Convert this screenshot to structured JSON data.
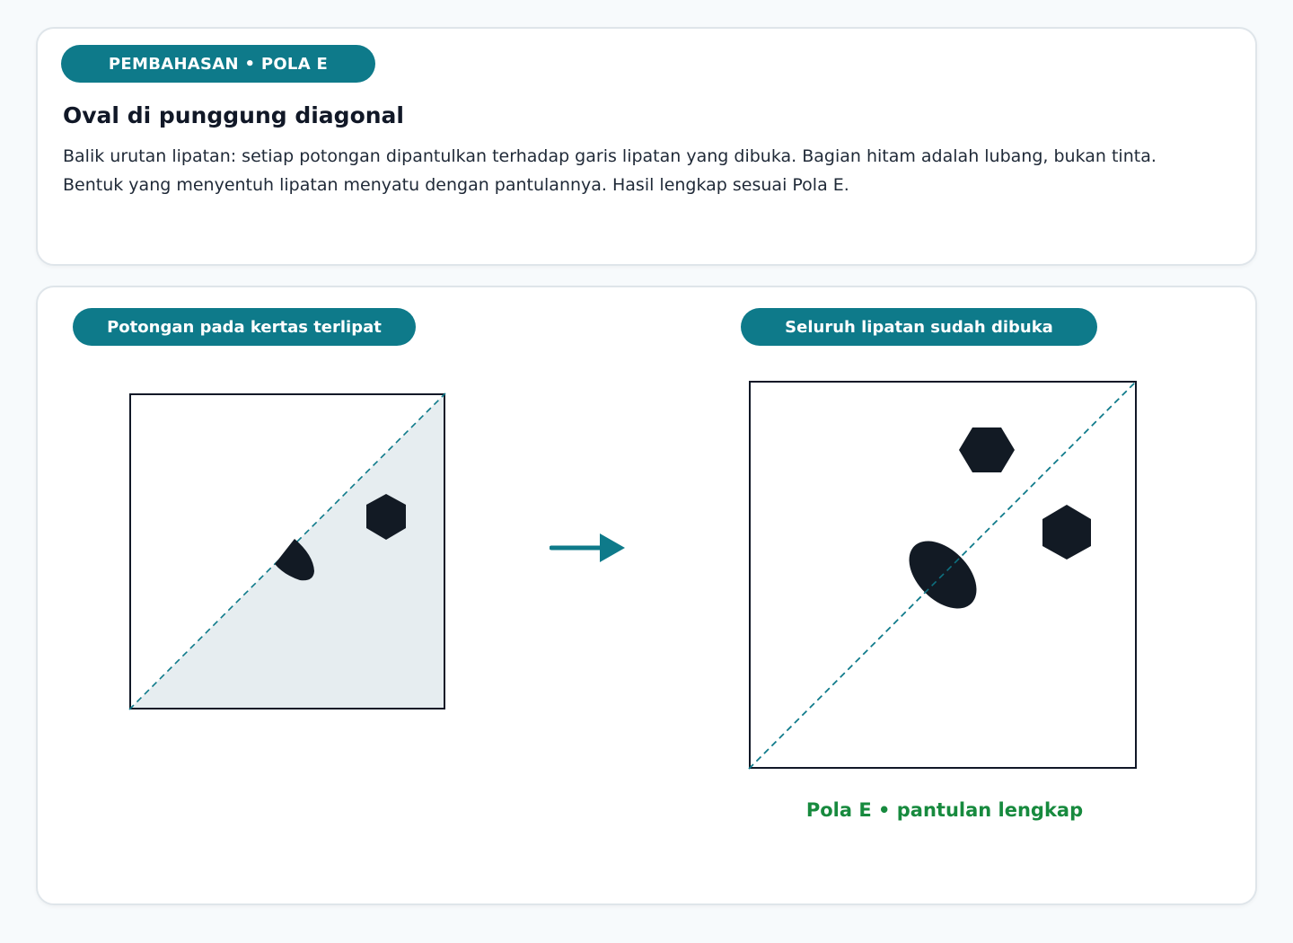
{
  "header": {
    "tag": "PEMBAHASAN • POLA E",
    "title": "Oval di punggung diagonal",
    "body": "Balik urutan lipatan: setiap potongan dipantulkan terhadap garis lipatan yang dibuka. Bagian hitam adalah lubang, bukan tinta. Bentuk yang menyentuh lipatan menyatu dengan pantulannya. Hasil lengkap sesuai Pola E."
  },
  "panels": {
    "folded": {
      "label": "Potongan pada kertas terlipat"
    },
    "unfolded": {
      "label": "Seluruh lipatan sudah dibuka"
    },
    "result_caption": "Pola E • pantulan lengkap"
  },
  "icons": {
    "transition": "arrow-right-icon"
  },
  "colors": {
    "accent": "#0e7a8a",
    "hole": "#121a24",
    "paper_folded": "#e6edf0",
    "success": "#178a3e"
  }
}
